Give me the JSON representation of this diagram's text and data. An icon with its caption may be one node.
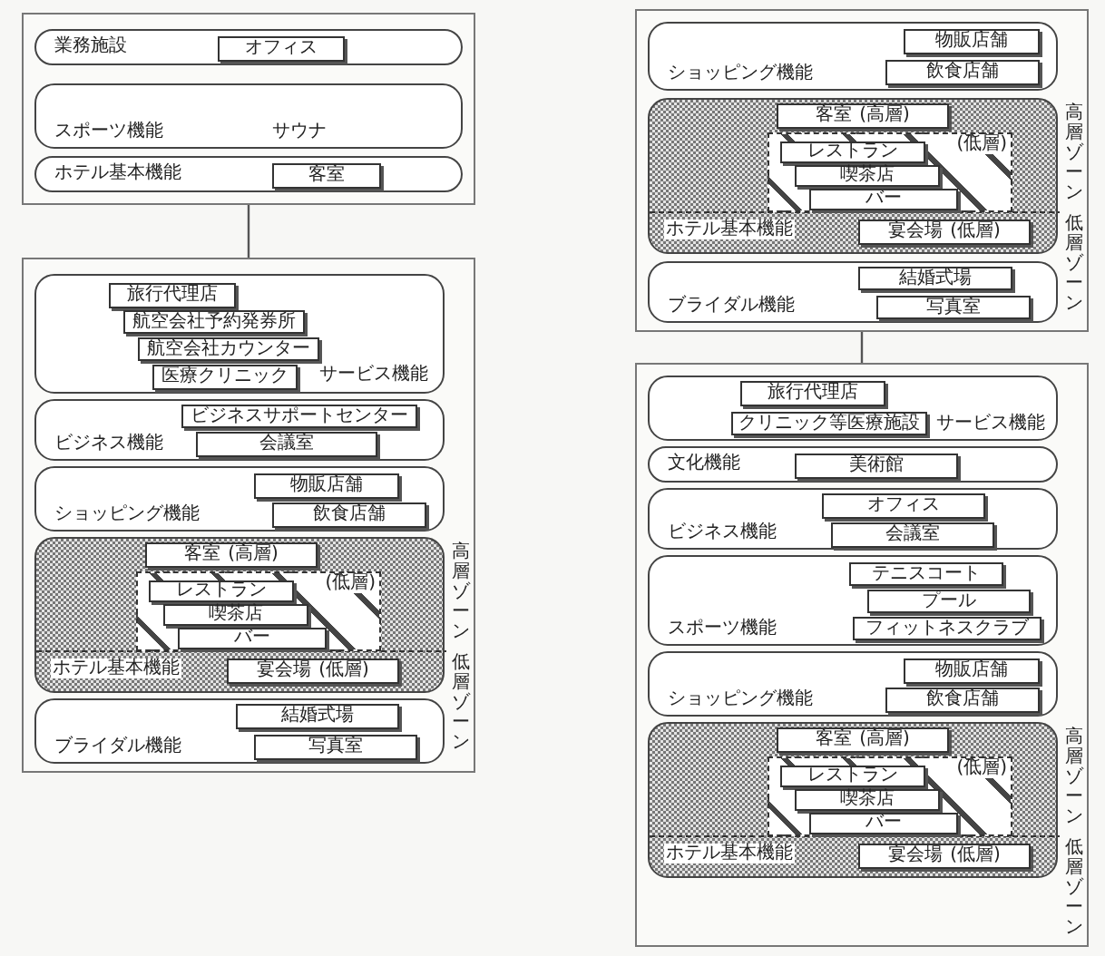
{
  "diagram": {
    "nodes": [
      {
        "text": [],
        "shape": "box"
      },
      {
        "text": [
          "業務施設"
        ],
        "in": 0
      },
      {
        "text": [
          "オフィス"
        ],
        "in": 1
      },
      {
        "text": [
          "スポーツ機能",
          "サウナ"
        ],
        "in": 0
      },
      {
        "text": [
          "ホテル基本機能"
        ],
        "in": 0
      },
      {
        "text": [
          "客室"
        ],
        "in": 4
      },
      {
        "text": [],
        "shape": "box"
      },
      {
        "text": [
          "サービス機能"
        ],
        "in": 6
      },
      {
        "text": [
          "旅行代理店"
        ],
        "in": 7
      },
      {
        "text": [
          "航空会社予約発券所"
        ],
        "in": 7
      },
      {
        "text": [
          "航空会社カウンター"
        ],
        "in": 7
      },
      {
        "text": [
          "医療クリニック"
        ],
        "in": 7
      },
      {
        "text": [
          "ビジネス機能"
        ],
        "in": 6
      },
      {
        "text": [
          "ビジネスサポートセンター"
        ],
        "in": 12
      },
      {
        "text": [
          "会議室"
        ],
        "in": 12
      },
      {
        "text": [
          "ショッピング機能"
        ],
        "in": 6
      },
      {
        "text": [
          "物販店舗"
        ],
        "in": 15
      },
      {
        "text": [
          "飲食店舗"
        ],
        "in": 15
      },
      {
        "text": [
          "ホテル基本機能"
        ],
        "in": 6
      },
      {
        "text": [
          "客室",
          "(高層)"
        ],
        "in": 18
      },
      {
        "text": [
          "(低層)"
        ],
        "in": 18
      },
      {
        "text": [
          "レストラン"
        ],
        "in": 20
      },
      {
        "text": [
          "喫茶店"
        ],
        "in": 20
      },
      {
        "text": [
          "バー"
        ],
        "in": 20
      },
      {
        "text": [
          "宴会場",
          "(低層)"
        ],
        "in": 18
      },
      {
        "text": [
          "ブライダル機能"
        ],
        "in": 6
      },
      {
        "text": [
          "結婚式場"
        ],
        "in": 25
      },
      {
        "text": [
          "写真室"
        ],
        "in": 25
      },
      {
        "text": [],
        "shape": "box"
      },
      {
        "text": [
          "ショッピング機能"
        ],
        "in": 28
      },
      {
        "text": [
          "物販店舗"
        ],
        "in": 29
      },
      {
        "text": [
          "飲食店舗"
        ],
        "in": 29
      },
      {
        "text": [
          "ホテル基本機能"
        ],
        "in": 28
      },
      {
        "text": [
          "客室",
          "(高層)"
        ],
        "in": 32
      },
      {
        "text": [
          "(低層)"
        ],
        "in": 32
      },
      {
        "text": [
          "レストラン"
        ],
        "in": 34
      },
      {
        "text": [
          "喫茶店"
        ],
        "in": 34
      },
      {
        "text": [
          "バー"
        ],
        "in": 34
      },
      {
        "text": [
          "宴会場",
          "(低層)"
        ],
        "in": 32
      },
      {
        "text": [
          "ブライダル機能"
        ],
        "in": 28
      },
      {
        "text": [
          "結婚式場"
        ],
        "in": 39
      },
      {
        "text": [
          "写真室"
        ],
        "in": 39
      },
      {
        "text": [],
        "shape": "box"
      },
      {
        "text": [
          "サービス機能"
        ],
        "in": 42
      },
      {
        "text": [
          "旅行代理店"
        ],
        "in": 43
      },
      {
        "text": [
          "クリニック等医療施設"
        ],
        "in": 43
      },
      {
        "text": [
          "文化機能"
        ],
        "in": 42
      },
      {
        "text": [
          "美術館"
        ],
        "in": 46
      },
      {
        "text": [
          "ビジネス機能"
        ],
        "in": 42
      },
      {
        "text": [
          "オフィス"
        ],
        "in": 48
      },
      {
        "text": [
          "会議室"
        ],
        "in": 48
      },
      {
        "text": [
          "スポーツ機能"
        ],
        "in": 42
      },
      {
        "text": [
          "テニスコート"
        ],
        "in": 51
      },
      {
        "text": [
          "プール"
        ],
        "in": 51
      },
      {
        "text": [
          "フィットネスクラブ"
        ],
        "in": 51
      },
      {
        "text": [
          "ショッピング機能"
        ],
        "in": 42
      },
      {
        "text": [
          "物販店舗"
        ],
        "in": 55
      },
      {
        "text": [
          "飲食店舗"
        ],
        "in": 55
      },
      {
        "text": [
          "ホテル基本機能"
        ],
        "in": 42
      },
      {
        "text": [
          "客室",
          "(高層)"
        ],
        "in": 58
      },
      {
        "text": [
          "(低層)"
        ],
        "in": 58
      },
      {
        "text": [
          "レストラン"
        ],
        "in": 60
      },
      {
        "text": [
          "喫茶店"
        ],
        "in": 60
      },
      {
        "text": [
          "バー"
        ],
        "in": 60
      },
      {
        "text": [
          "宴会場",
          "(低層)"
        ],
        "in": 58
      }
    ],
    "edges": [
      {
        "from": 0,
        "to": 6,
        "arrow": "none"
      },
      {
        "from": 28,
        "to": 42,
        "arrow": "none"
      }
    ],
    "labels": [
      "高層ゾーン",
      "低層ゾーン",
      "高層ゾーン",
      "低層ゾーン",
      "高層ゾーン",
      "低層ゾーン"
    ]
  }
}
